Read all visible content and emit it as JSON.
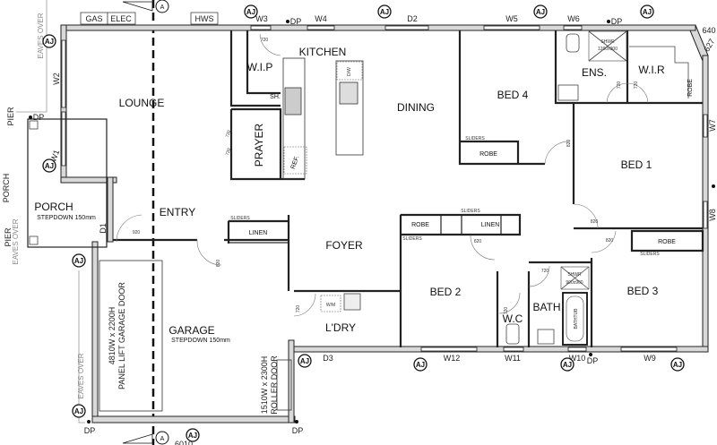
{
  "title": "Floor plan",
  "rooms": {
    "lounge": "LOUNGE",
    "kitchen": "KITCHEN",
    "wip": "W.I.P",
    "prayer": "PRAYER",
    "dining": "DINING",
    "bed4": "BED 4",
    "ens": "ENS.",
    "wir": "W.I.R",
    "bed1": "BED 1",
    "porch": "PORCH",
    "porch_note": "STEPDOWN 150mm",
    "entry": "ENTRY",
    "foyer": "FOYER",
    "garage": "GARAGE",
    "garage_note": "STEPDOWN 150mm",
    "ldry": "L'DRY",
    "bed2": "BED 2",
    "wc": "W.C",
    "bath": "BATH",
    "bed3": "BED 3"
  },
  "fixtures": {
    "robe": "ROBE",
    "linen": "LINEN",
    "sliders": "SLIDERS",
    "shwr_ens": "SHWR",
    "shwr_ens_size": "1200x900",
    "shwr_bath": "SHWR",
    "shwr_bath_size": "900x900",
    "bathtub": "BATHTUB",
    "dw": "D/W",
    "ref": "REF.",
    "sh": "SH.",
    "wm": "W/M",
    "gas": "GAS",
    "elec": "ELEC",
    "hws": "HWS",
    "garage_door": "4810W x 2200H",
    "garage_door_type": "PANEL LIFT GARAGE DOOR",
    "roller_door": "1510W x 2300H",
    "roller_door_type": "ROLLER DOOR"
  },
  "openings": {
    "w1": "W1",
    "w2": "W2",
    "w3": "W3",
    "w4": "W4",
    "w5": "W5",
    "w6": "W6",
    "w7": "W7",
    "w8": "W8",
    "w9": "W9",
    "w10": "W10",
    "w11": "W11",
    "w12": "W12",
    "d1": "D1",
    "d2": "D2",
    "d3": "D3"
  },
  "dimensions": {
    "d720": "720",
    "d820": "820",
    "d920": "920",
    "d640": "640",
    "d627": "627",
    "d6010": "6010"
  },
  "annotations": {
    "aj": "AJ",
    "dp": "DP",
    "eaves_over": "EAVES OVER",
    "pier": "PIER",
    "porch_side": "PORCH",
    "section": "A"
  }
}
